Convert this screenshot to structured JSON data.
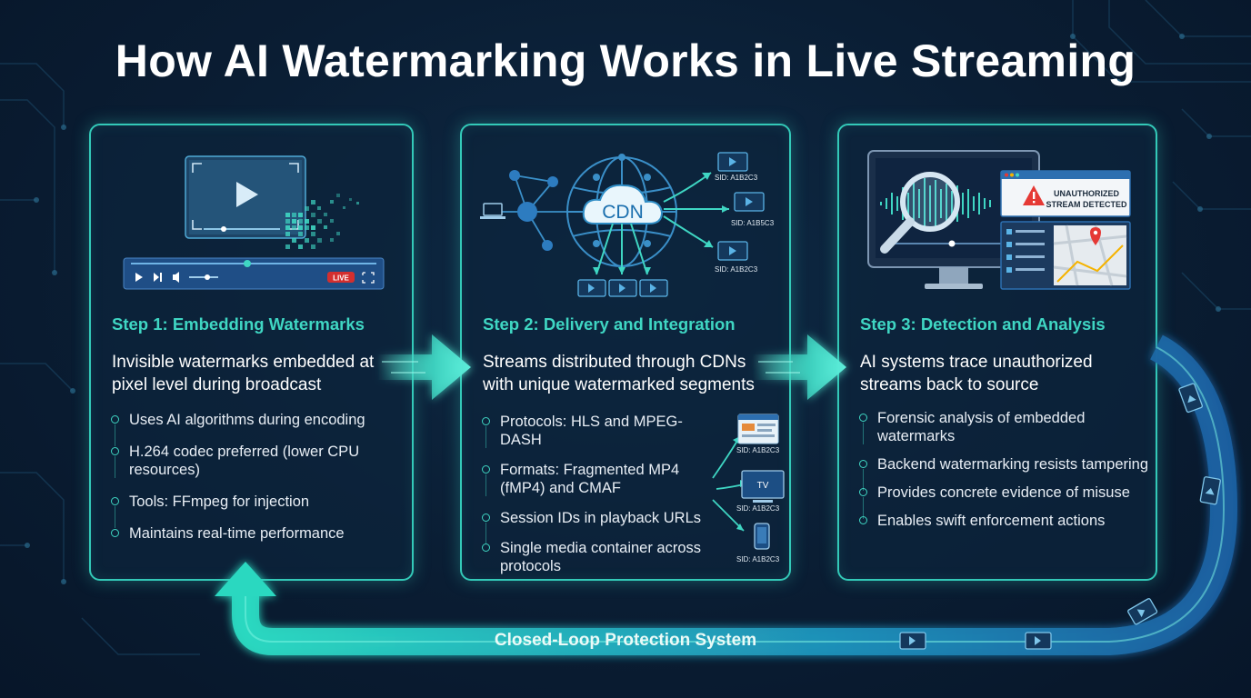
{
  "title": "How AI Watermarking Works in Live Streaming",
  "steps": [
    {
      "title": "Step 1: Embedding Watermarks",
      "description": "Invisible watermarks embedded at pixel level during broadcast",
      "bullets": [
        "Uses AI algorithms during encoding",
        "H.264 codec preferred (lower CPU resources)",
        "Tools: FFmpeg for injection",
        "Maintains real-time performance"
      ],
      "illustration": {
        "live_badge": "LIVE"
      }
    },
    {
      "title": "Step 2: Delivery and Integration",
      "description": "Streams distributed through CDNs with unique watermarked segments",
      "bullets": [
        "Protocols: HLS and MPEG-DASH",
        "Formats: Fragmented MP4 (fMP4) and CMAF",
        "Session IDs in playback URLs",
        "Single media container across protocols"
      ],
      "illustration": {
        "cdn_label": "CDN",
        "sid_labels": [
          "SID: A1B2C3",
          "SID: A1B5C3",
          "SID: A1B2C3"
        ],
        "device_sids": [
          "SID: A1B2C3",
          "SID: A1B2C3",
          "SID: A1B2C3"
        ],
        "tv_label": "TV"
      }
    },
    {
      "title": "Step 3: Detection and Analysis",
      "description": "AI systems trace unauthorized streams back to source",
      "bullets": [
        "Forensic analysis of embedded watermarks",
        "Backend watermarking resists tampering",
        "Provides concrete evidence of misuse",
        "Enables swift enforcement actions"
      ],
      "illustration": {
        "alert_line1": "UNAUTHORIZED",
        "alert_line2": "STREAM DETECTED"
      }
    }
  ],
  "loop_label": "Closed-Loop Protection System",
  "colors": {
    "accent": "#3fd6c3",
    "background": "#0a1d33",
    "alert": "#e53935"
  }
}
